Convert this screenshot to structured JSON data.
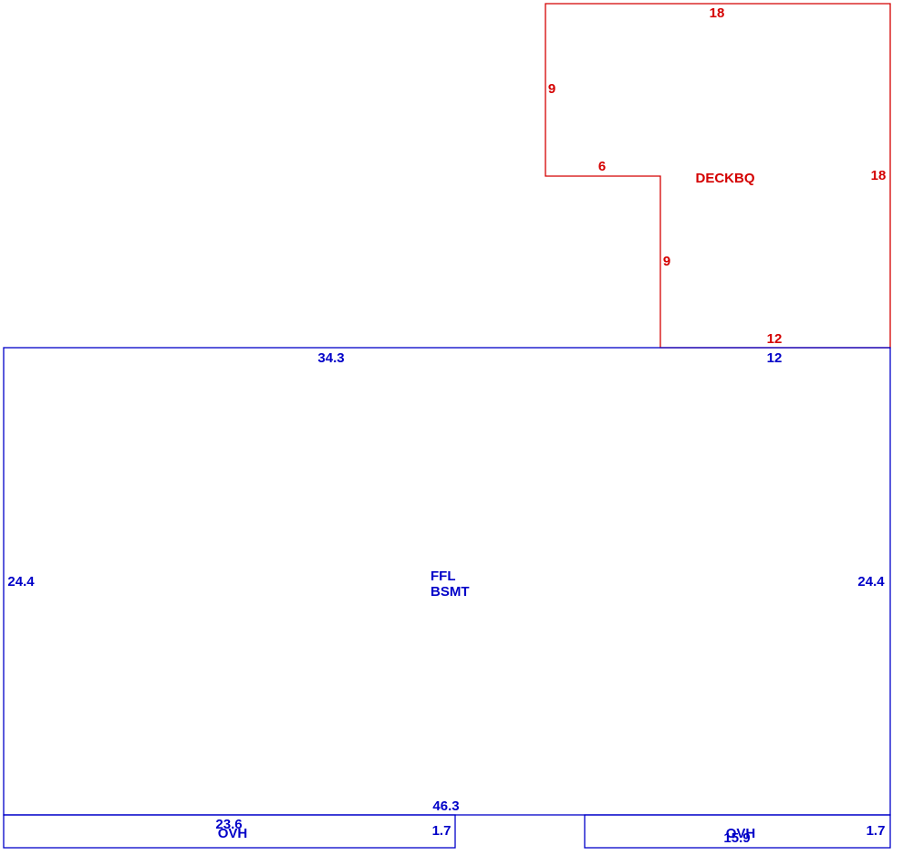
{
  "deck": {
    "color": "#d40000",
    "name": "DECKBQ",
    "dims": {
      "top": "18",
      "left_upper": "9",
      "step": "6",
      "left_lower": "9",
      "right": "18",
      "bottom": "12"
    }
  },
  "main": {
    "color": "#0000c8",
    "name_line1": "FFL",
    "name_line2": "BSMT",
    "dims": {
      "top_left": "34.3",
      "top_right": "12",
      "left": "24.4",
      "right": "24.4",
      "bottom": "46.3"
    }
  },
  "overhang_left": {
    "name": "OVH",
    "dims": {
      "length": "23.6",
      "depth": "1.7"
    }
  },
  "overhang_right": {
    "name": "OVH",
    "dims": {
      "length": "15.9",
      "depth": "1.7"
    }
  }
}
